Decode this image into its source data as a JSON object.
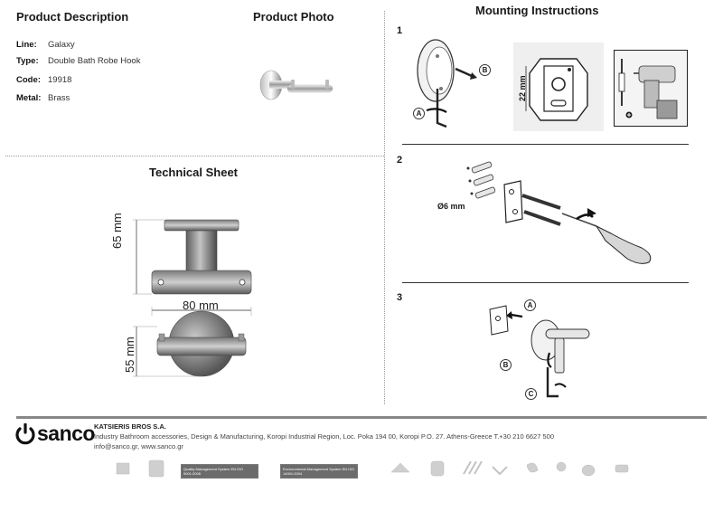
{
  "product_description": {
    "title": "Product Description",
    "specs": [
      {
        "label": "Line:",
        "value": "Galaxy"
      },
      {
        "label": "Type:",
        "value": "Double Bath Robe Hook"
      },
      {
        "label": "Code:",
        "value": "19918"
      },
      {
        "label": "Metal:",
        "value": "Brass"
      }
    ]
  },
  "product_photo": {
    "title": "Product Photo"
  },
  "technical_sheet": {
    "title": "Technical Sheet",
    "dim_height": "65 mm",
    "dim_width": "80 mm",
    "dim_depth": "55 mm"
  },
  "mounting": {
    "title": "Mounting Instructions",
    "step1": {
      "num": "1",
      "label_a": "A",
      "label_b": "B",
      "dim": "22 mm"
    },
    "step2": {
      "num": "2",
      "dim": "Ø6 mm"
    },
    "step3": {
      "num": "3",
      "label_a": "A",
      "label_b": "B",
      "label_c": "C"
    }
  },
  "footer": {
    "brand": "sanco",
    "company_name": "KATSIERIS BROS S.A.",
    "address": "Industry Bathroom accessories, Design & Manufacturing, Koropi Industrial Region, Loc. Poka 194 00, Koropi P.O. 27. Athens-Greece   T.+30 210 6627 500",
    "contact": "info@sanco.gr, www.sanco.gr",
    "cert1": "Quality Management System EN ISO 9001:2008",
    "cert2": "Environmental Management System EN ISO 14001:2004"
  },
  "colors": {
    "chrome_dark": "#6e6e6e",
    "chrome_light": "#d9d9d9",
    "footer_bar": "#888888"
  }
}
